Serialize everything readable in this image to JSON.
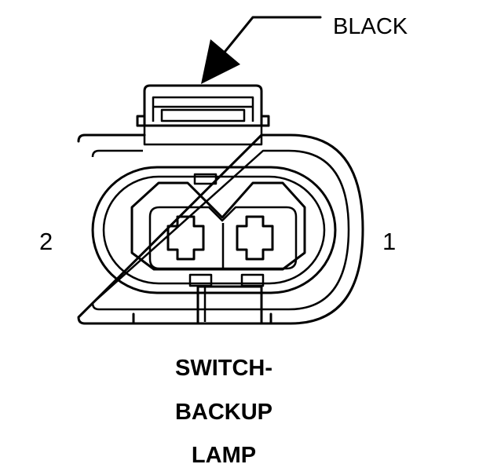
{
  "callout": {
    "color_label": "BLACK"
  },
  "pins": {
    "left": "2",
    "right": "1"
  },
  "caption": {
    "line1": "SWITCH-",
    "line2": "BACKUP",
    "line3": "LAMP"
  }
}
